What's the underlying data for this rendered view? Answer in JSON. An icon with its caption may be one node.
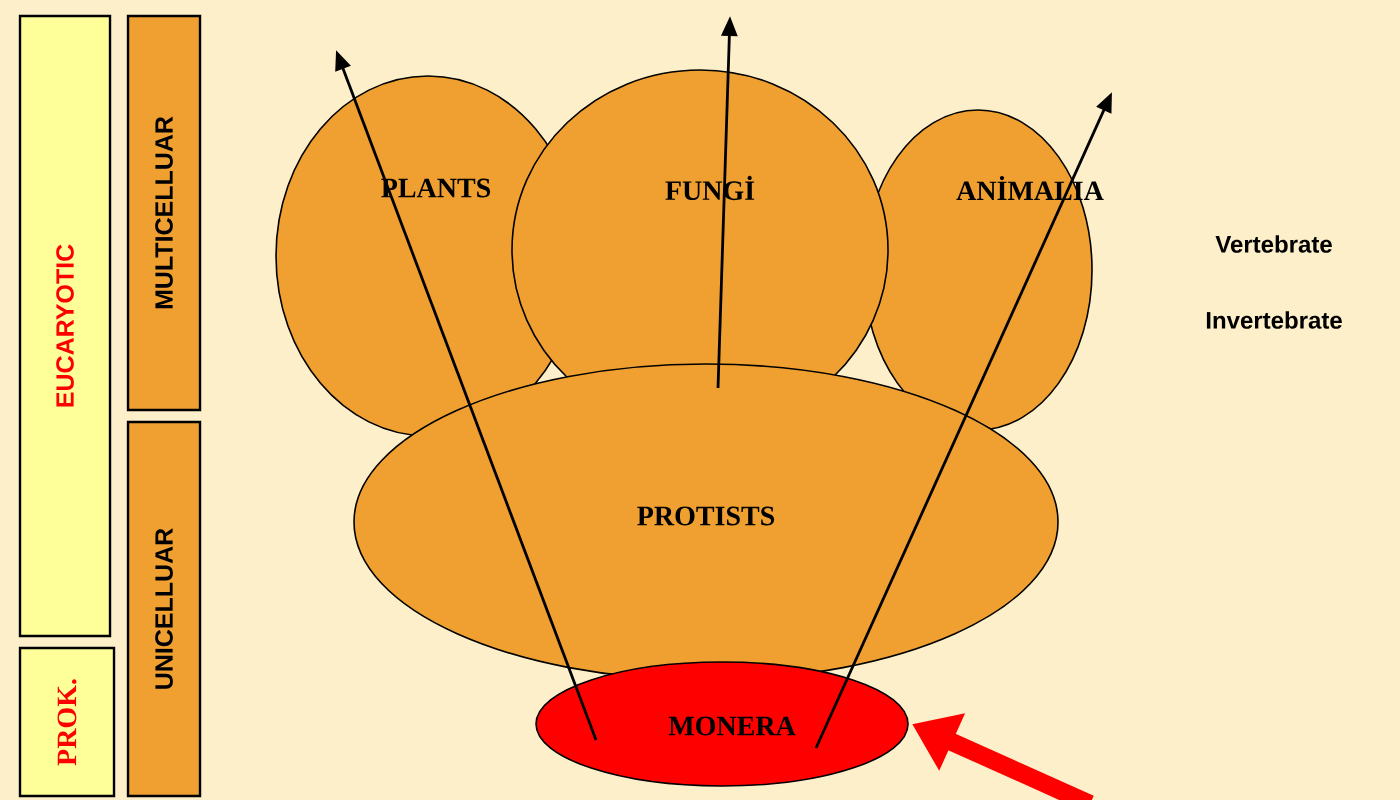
{
  "diagram": {
    "nodes": [
      {
        "text": [
          "EUCARYOTIC"
        ]
      },
      {
        "text": [
          "PROK."
        ]
      },
      {
        "text": [
          "MULTICELLUAR"
        ]
      },
      {
        "text": [
          "UNICELLUAR"
        ]
      },
      {
        "text": [
          "PLANTS"
        ]
      },
      {
        "text": [
          "FUNGİ"
        ]
      },
      {
        "text": [
          "ANİMALIA"
        ]
      },
      {
        "text": [
          "PROTISTS"
        ]
      },
      {
        "text": [
          "MONERA"
        ]
      }
    ],
    "edges": [
      {
        "from": 8,
        "to": null,
        "arrow": "to"
      },
      {
        "from": 7,
        "to": null,
        "arrow": "to"
      },
      {
        "from": 8,
        "to": null,
        "arrow": "to"
      },
      {
        "from": null,
        "to": 8,
        "arrow": "to",
        "style": "thick",
        "color": "#ff0000"
      }
    ],
    "labels": [
      "Vertebrate",
      "Invertebrate"
    ]
  }
}
